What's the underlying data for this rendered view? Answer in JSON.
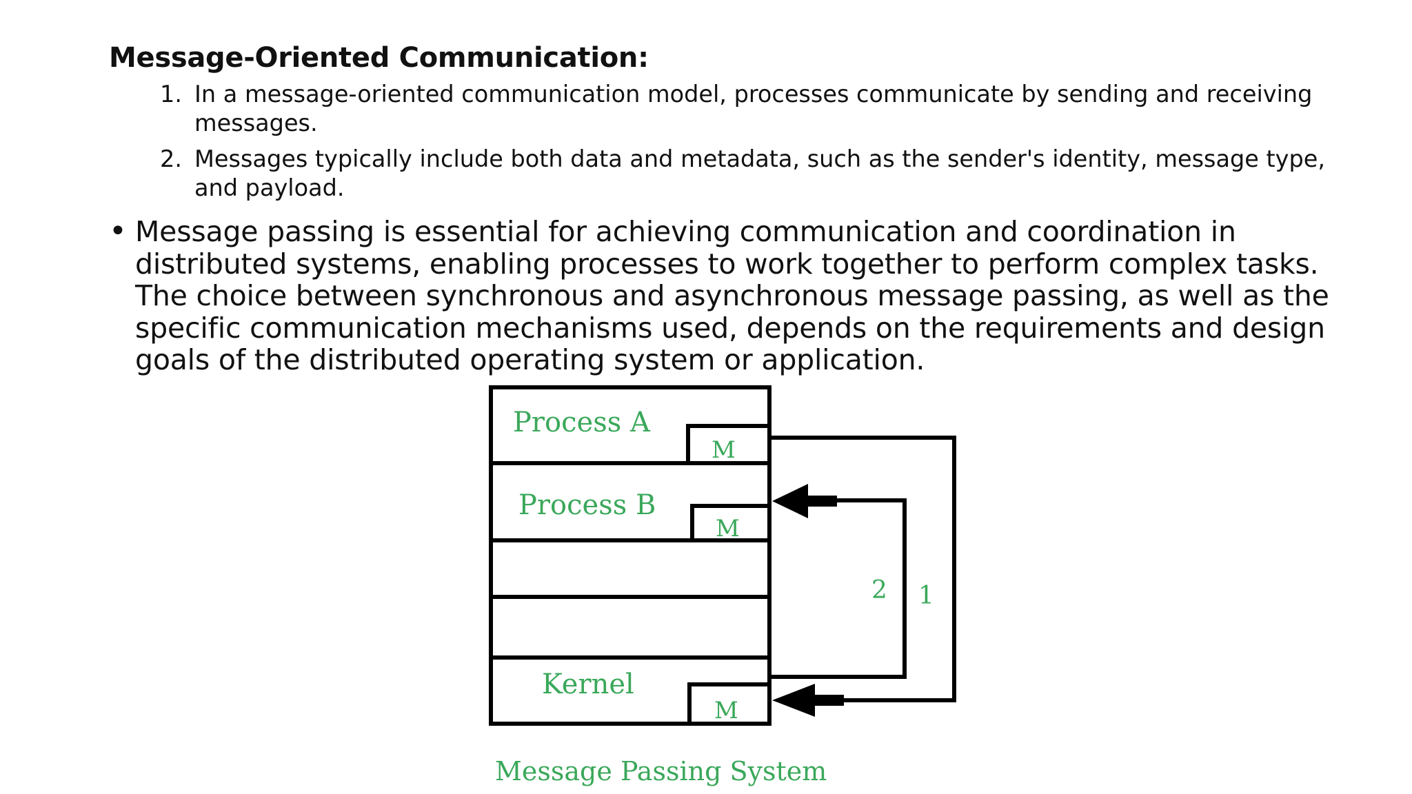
{
  "heading": "Message-Oriented Communication:",
  "ordered_items": [
    {
      "num": "1.",
      "text": "In a message-oriented communication model, processes communicate by sending and receiving messages."
    },
    {
      "num": "2.",
      "text": "Messages typically include both data and metadata, such as the sender's identity, message type, and payload."
    }
  ],
  "bullet": {
    "marker": "•",
    "text": "Message passing is essential for achieving communication and coordination in distributed systems, enabling processes to work together to perform complex tasks. The choice between synchronous and asynchronous message passing, as well as the specific communication mechanisms used, depends on the requirements and design goals of the distributed operating system or application."
  },
  "figure": {
    "process_a": "Process A",
    "process_b": "Process B",
    "kernel": "Kernel",
    "m_label": "M",
    "path_label_2": "2",
    "path_label_1": "1",
    "caption": "Message Passing System",
    "label_color": "#3aa85a",
    "line_color": "#000000"
  }
}
